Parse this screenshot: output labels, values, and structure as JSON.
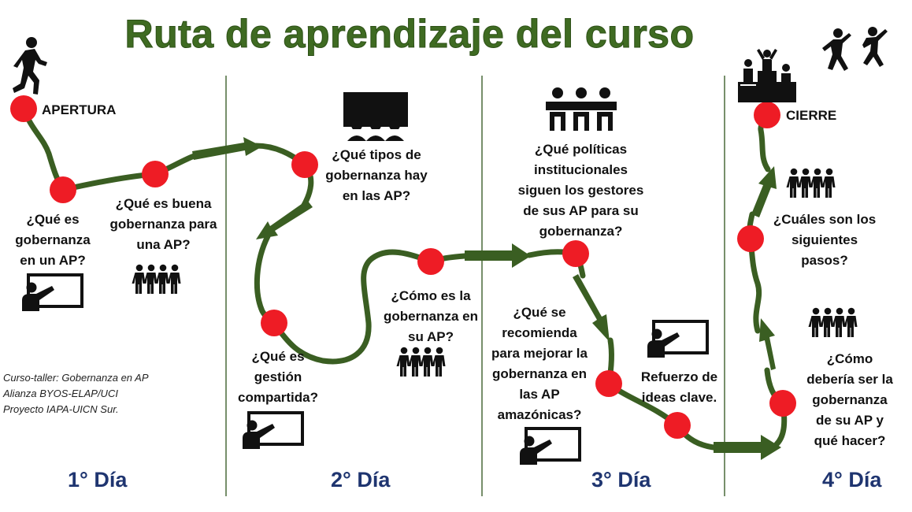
{
  "title": "Ruta de aprendizaje del curso",
  "colors": {
    "title": "#3f6b22",
    "path": "#3a5e22",
    "node": "#ee1c25",
    "day": "#1f3570",
    "divider": "#4a6a3a"
  },
  "labels": {
    "apertura": "APERTURA",
    "cierre": "CIERRE",
    "q1": [
      "¿Qué es",
      "gobernanza",
      "en un AP?"
    ],
    "q2": [
      "¿Qué es buena",
      "gobernanza para",
      "una AP?"
    ],
    "q3": [
      "¿Qué tipos de",
      "gobernanza hay",
      "en las AP?"
    ],
    "q4": [
      "¿Qué es",
      "gestión",
      "compartida?"
    ],
    "q5": [
      "¿Cómo es la",
      "gobernanza en",
      "su AP?"
    ],
    "q6": [
      "¿Qué políticas",
      "institucionales",
      "siguen los gestores",
      "de sus AP para su",
      "gobernanza?"
    ],
    "q7": [
      "¿Qué se",
      "recomienda",
      "para mejorar la",
      "gobernanza en",
      "las AP",
      "amazónicas?"
    ],
    "q8": [
      "Refuerzo de",
      "ideas clave."
    ],
    "q9": [
      "¿Cuáles son los",
      "siguientes",
      "pasos?"
    ],
    "q10": [
      "¿Cómo",
      "debería ser la",
      "gobernanza",
      "de su AP y",
      "qué hacer?"
    ]
  },
  "days": [
    "1° Día",
    "2° Día",
    "3° Día",
    "4° Día"
  ],
  "credits": [
    "Curso-taller: Gobernanza en AP",
    "Alianza BYOS-ELAP/UCI",
    "Proyecto IAPA-UICN Sur."
  ],
  "icons": [
    "walking-person-icon",
    "teacher-board-icon",
    "group-people-icon",
    "audience-screen-icon",
    "panel-meeting-icon",
    "podium-winners-icon",
    "celebrating-people-icon"
  ]
}
